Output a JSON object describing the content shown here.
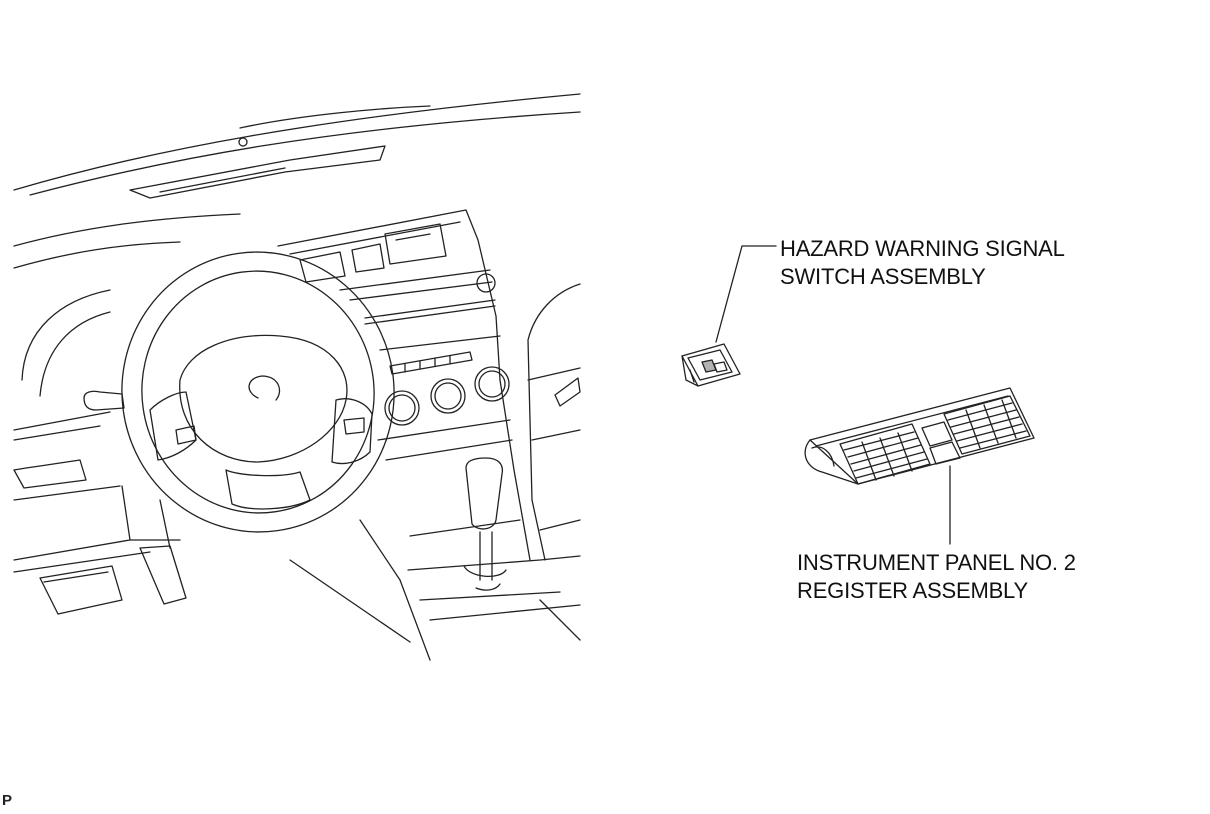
{
  "callouts": {
    "hazard_switch": {
      "line1": "HAZARD WARNING SIGNAL",
      "line2": "SWITCH ASSEMBLY"
    },
    "register": {
      "line1": "INSTRUMENT PANEL NO. 2",
      "line2": "REGISTER ASSEMBLY"
    }
  },
  "figure_code": "P",
  "colors": {
    "line": "#222222",
    "background": "#ffffff"
  }
}
